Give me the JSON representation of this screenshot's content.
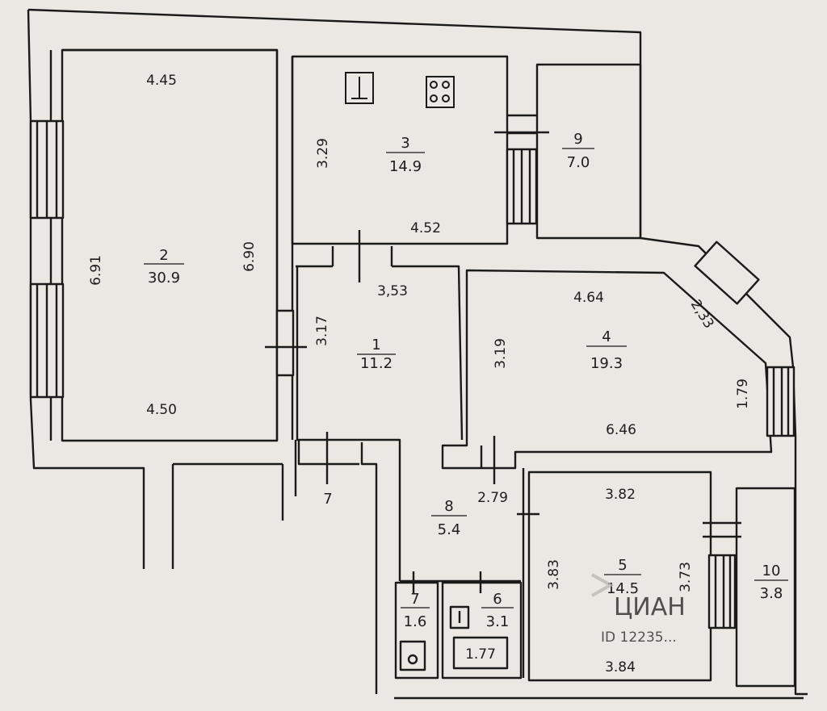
{
  "rooms": [
    {
      "id": "r1",
      "number": "1",
      "area": "11.2"
    },
    {
      "id": "r2",
      "number": "2",
      "area": "30.9"
    },
    {
      "id": "r3",
      "number": "3",
      "area": "14.9"
    },
    {
      "id": "r4",
      "number": "4",
      "area": "19.3"
    },
    {
      "id": "r5",
      "number": "5",
      "area": "14.5"
    },
    {
      "id": "r6",
      "number": "6",
      "area": "3.1"
    },
    {
      "id": "r7",
      "number": "7",
      "area": "1.6"
    },
    {
      "id": "r8",
      "number": "8",
      "area": "5.4"
    },
    {
      "id": "r9",
      "number": "9",
      "area": "7.0"
    },
    {
      "id": "r10",
      "number": "10",
      "area": "3.8"
    }
  ],
  "dimensions": {
    "room2_top": "4.45",
    "room2_left": "6.91",
    "room2_right": "6.90",
    "room2_bottom": "4.50",
    "room3_left": "3.29",
    "room3_bottom": "4.52",
    "room1_top": "3,53",
    "room1_left": "3.17",
    "room4_top": "4.64",
    "room4_left": "3.19",
    "room4_diag": "2,33",
    "room4_right": "1.79",
    "room4_bottom": "6.46",
    "room8_top": "2.79",
    "room5_top": "3.82",
    "room5_left": "3.83",
    "room5_right": "3.73",
    "room5_bottom": "3.84",
    "bath_box": "1.77"
  },
  "corridor_label": "7",
  "watermark": {
    "brand": "ЦИАН",
    "id_text": "ID 12235..."
  }
}
